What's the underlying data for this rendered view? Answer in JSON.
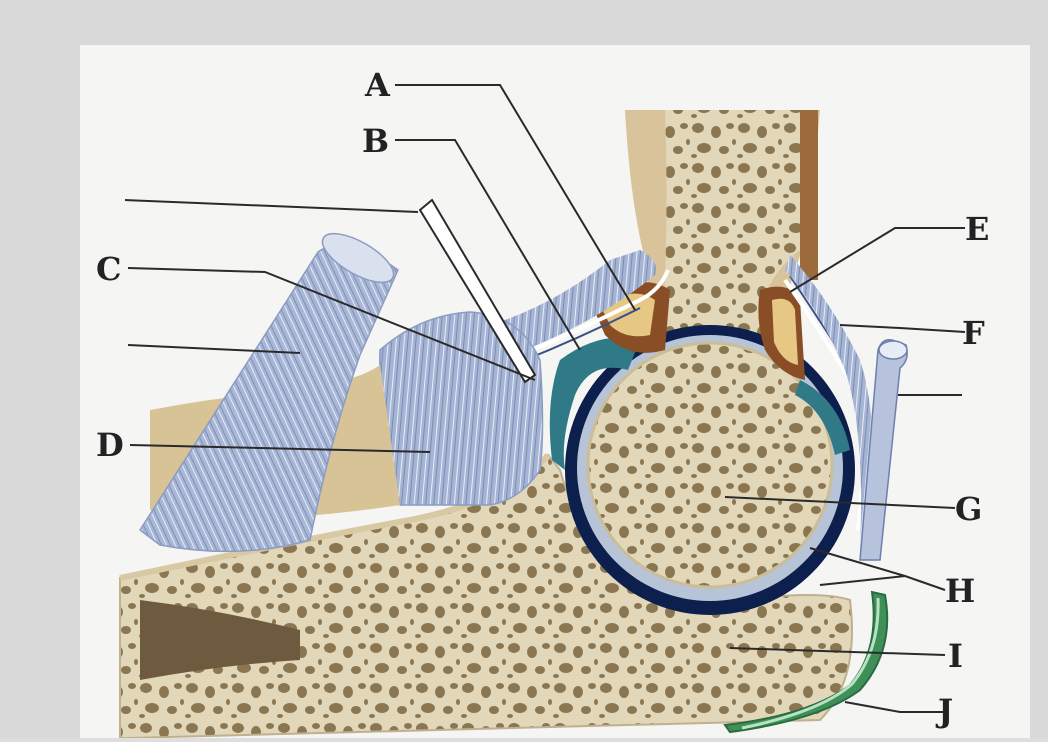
{
  "diagram": {
    "labels": [
      "A",
      "B",
      "C",
      "D",
      "E",
      "F",
      "G",
      "H",
      "I",
      "J"
    ]
  }
}
